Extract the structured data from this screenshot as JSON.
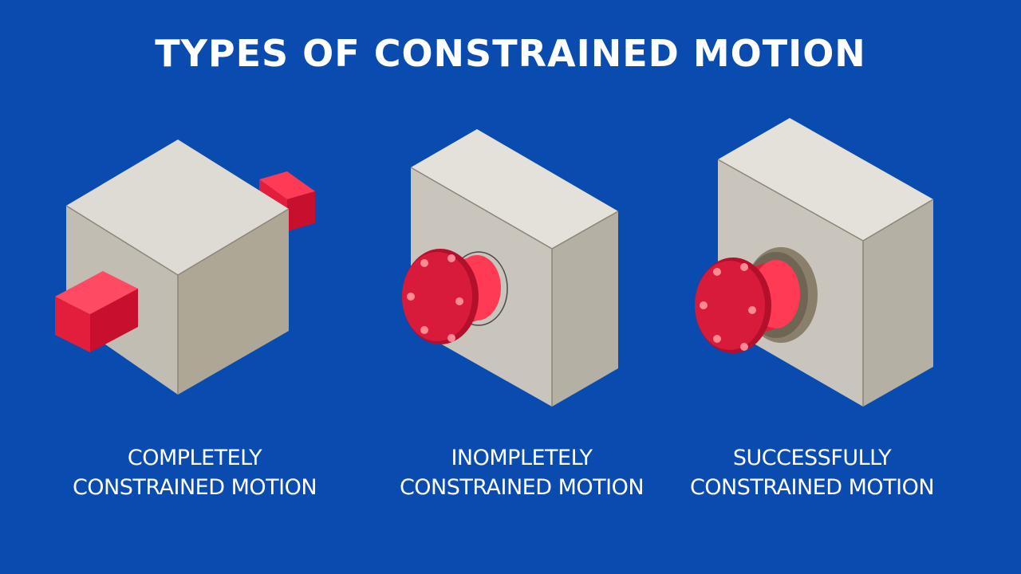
{
  "title": "TYPES OF CONSTRAINED MOTION",
  "colors": {
    "background": "#0a4bb0",
    "block_face": "#c9c5bd",
    "block_top": "#dedbd5",
    "block_side": "#b1ab9e",
    "part_red": "#e21e3c"
  },
  "figures": [
    {
      "icon": "cube-with-square-shaft-icon",
      "caption_line1": "COMPLETELY",
      "caption_line2": "CONSTRAINED MOTION"
    },
    {
      "icon": "block-with-round-shaft-icon",
      "caption_line1": "INOMPLETELY",
      "caption_line2": "CONSTRAINED MOTION"
    },
    {
      "icon": "block-with-bushed-shaft-icon",
      "caption_line1": "SUCCESSFULLY",
      "caption_line2": "CONSTRAINED MOTION"
    }
  ]
}
